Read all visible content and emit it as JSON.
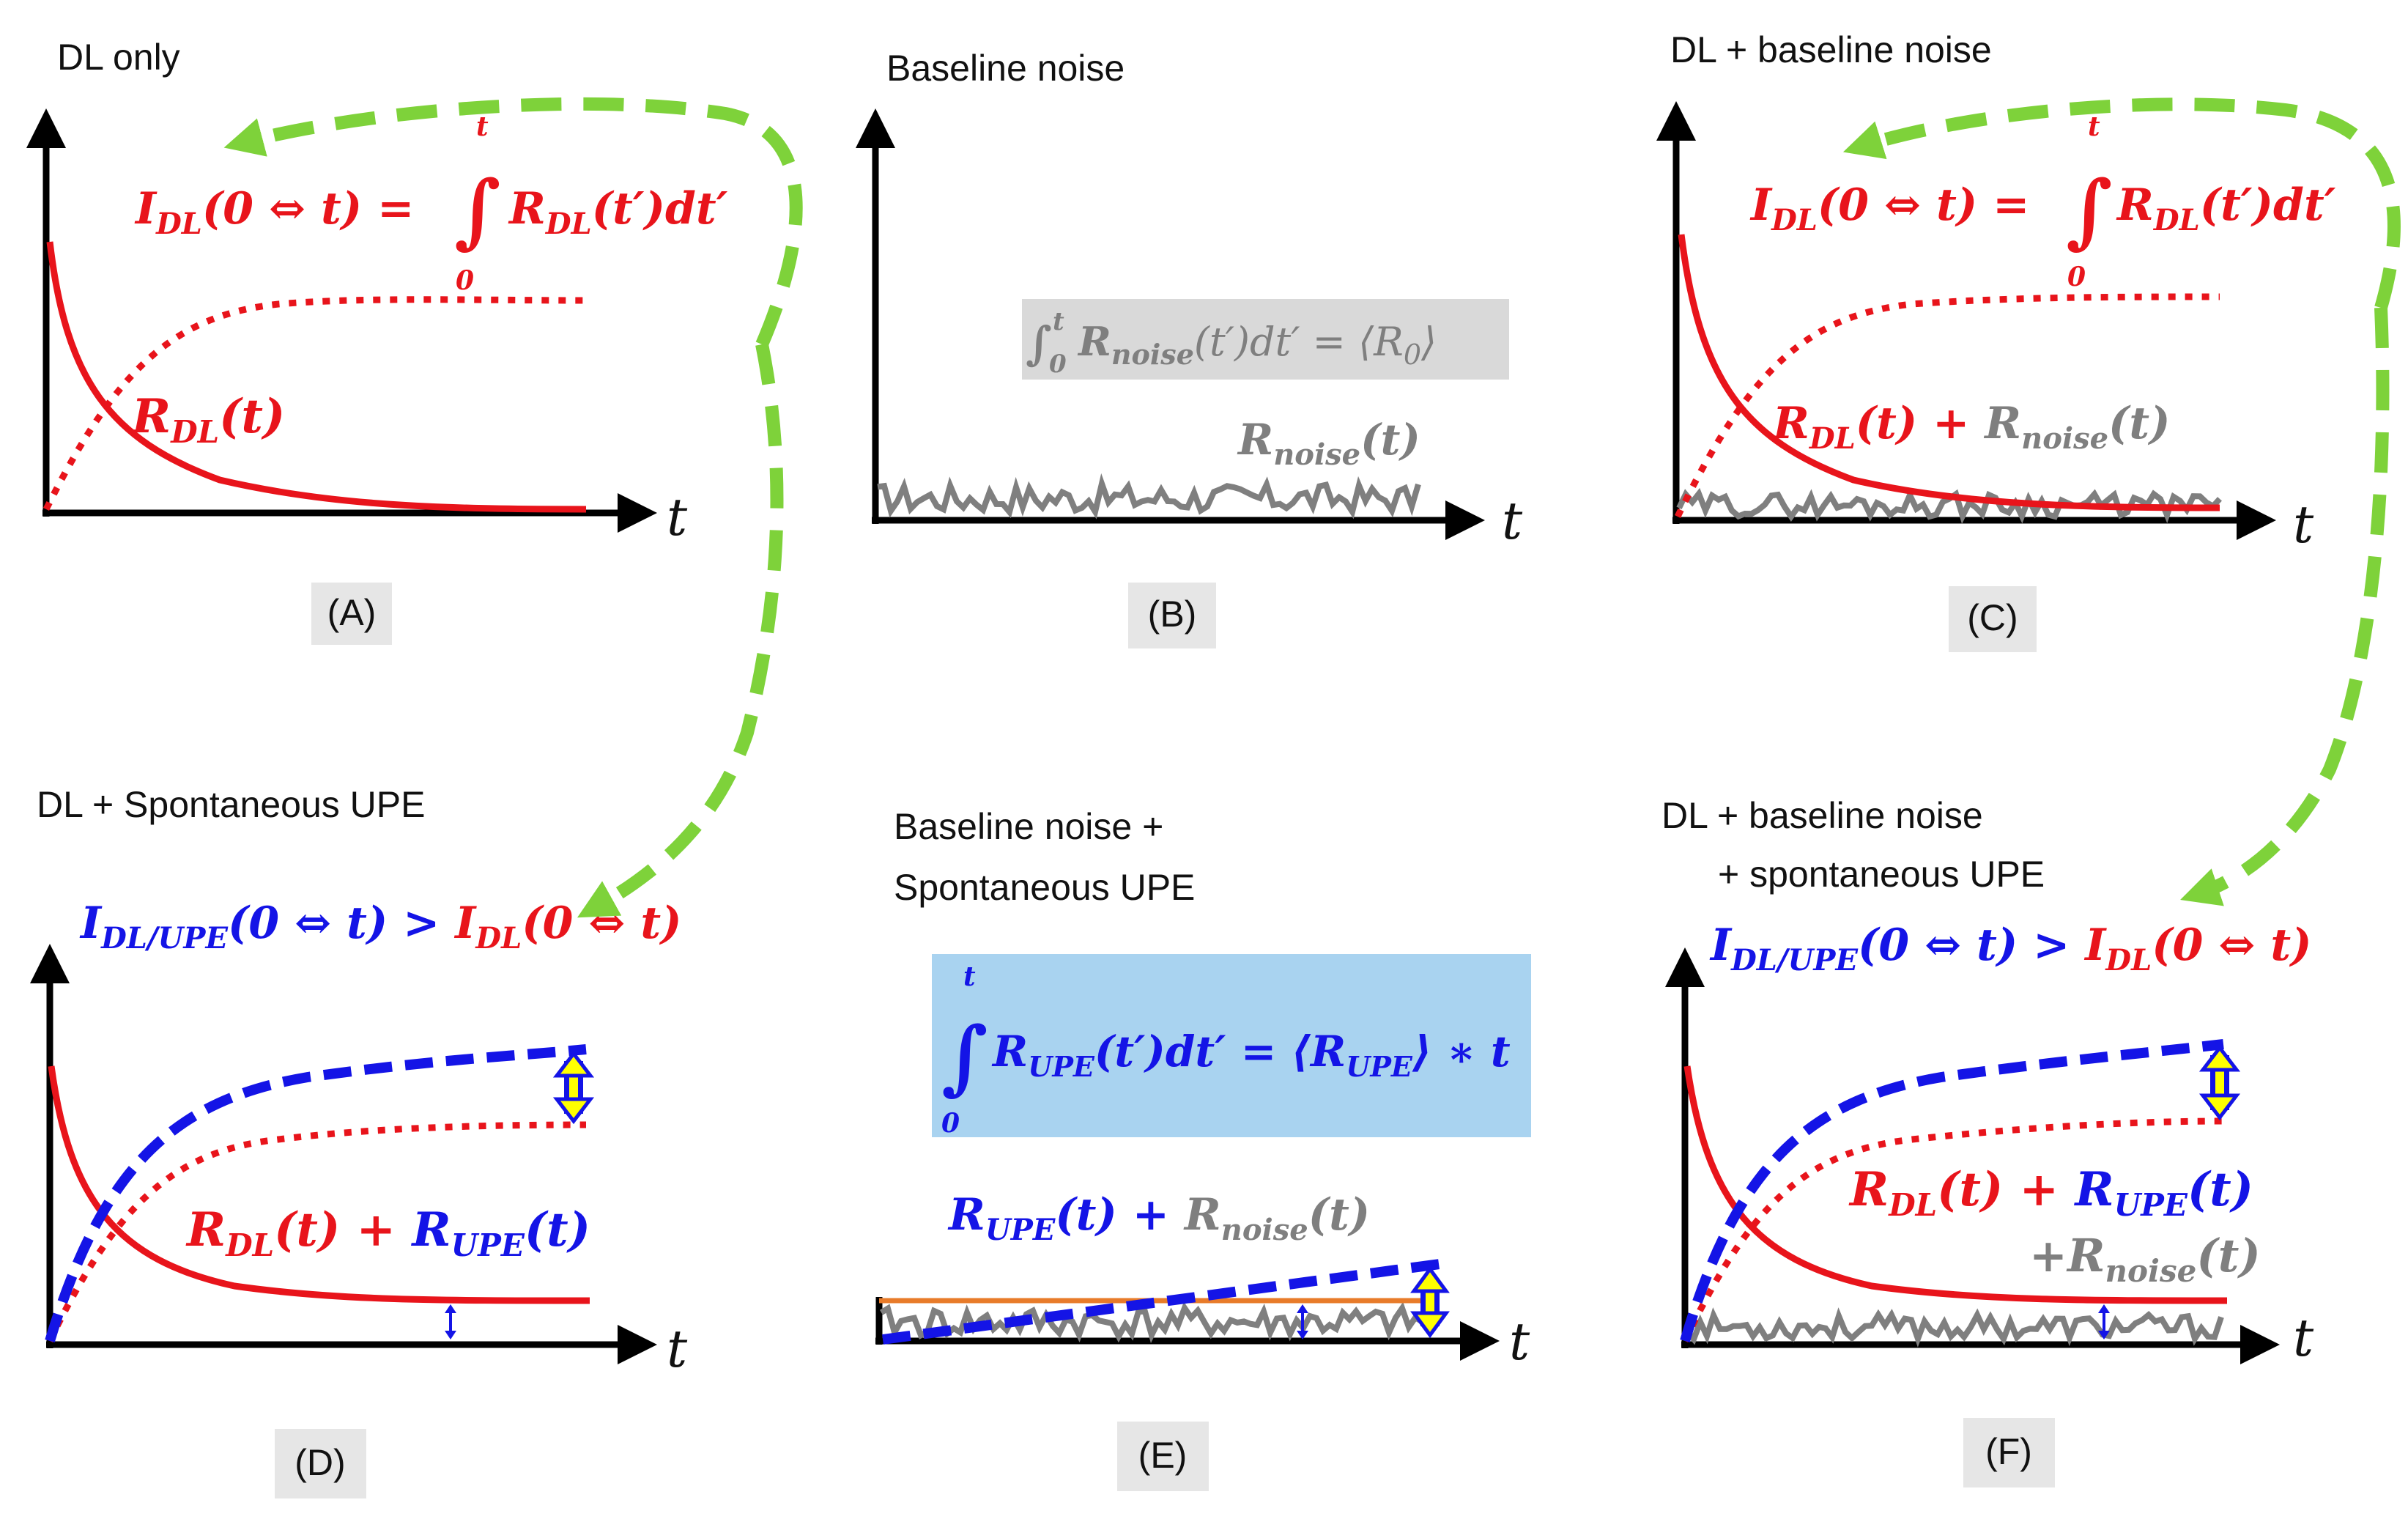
{
  "panels": {
    "A": {
      "title": "DL only",
      "label": "(A)",
      "eq_lhs": "I",
      "eq_lhs_sub": "DL",
      "eq_lhs_args": "(0 ⇔ t) = ",
      "eq_int_upper": "t",
      "eq_int_lower": "0",
      "eq_rhs": "R",
      "eq_rhs_sub": "DL",
      "eq_rhs_args": "(t′)dt′",
      "curve_label": "R",
      "curve_label_sub": "DL",
      "curve_label_args": "(t)",
      "axis_var": "t"
    },
    "B": {
      "title": "Baseline noise",
      "label": "(B)",
      "box_int": "∫",
      "box_int_limits_upper": "t",
      "box_int_limits_lower": "0",
      "box_eq_R": "R",
      "box_eq_sub": "noise",
      "box_eq_rest": "(t′)dt′ = ⟨R",
      "box_eq_sub2": "0",
      "box_eq_end": "⟩",
      "curve_label": "R",
      "curve_label_sub": "noise",
      "curve_label_args": "(t)",
      "axis_var": "t"
    },
    "C": {
      "title": "DL + baseline noise",
      "label": "(C)",
      "eq_lhs": "I",
      "eq_lhs_sub": "DL",
      "eq_lhs_args": "(0 ⇔ t) = ",
      "eq_int_upper": "t",
      "eq_int_lower": "0",
      "eq_rhs": "R",
      "eq_rhs_sub": "DL",
      "eq_rhs_args": "(t′)dt′",
      "curve_label_red": "R",
      "curve_label_red_sub": "DL",
      "curve_label_red_args": "(t) + ",
      "curve_label_gray": "R",
      "curve_label_gray_sub": "noise",
      "curve_label_gray_args": "(t)",
      "axis_var": "t"
    },
    "D": {
      "title": "DL + Spontaneous UPE",
      "label": "(D)",
      "ineq_blue": "I",
      "ineq_blue_sub": "DL/UPE",
      "ineq_blue_args": "(0 ⇔ t) > ",
      "ineq_red": "I",
      "ineq_red_sub": "DL",
      "ineq_red_args": "(0 ⇔ t)",
      "curve_label_red": "R",
      "curve_label_red_sub": "DL",
      "curve_label_red_args": "(t) + ",
      "curve_label_blue": "R",
      "curve_label_blue_sub": "UPE",
      "curve_label_blue_args": "(t)",
      "axis_var": "t"
    },
    "E": {
      "title_line1": "Baseline noise  +",
      "title_line2": "Spontaneous UPE",
      "label": "(E)",
      "box_int_upper": "t",
      "box_int_lower": "0",
      "box_eq_R": "R",
      "box_eq_sub": "UPE",
      "box_eq_rest": "(t′)dt′ = ⟨R",
      "box_eq_sub2": "UPE",
      "box_eq_end": "⟩ ∗ t",
      "curve_label_blue": "R",
      "curve_label_blue_sub": "UPE",
      "curve_label_blue_args": "(t) + ",
      "curve_label_gray": "R",
      "curve_label_gray_sub": "noise",
      "curve_label_gray_args": "(t)",
      "axis_var": "t"
    },
    "F": {
      "title_line1": "DL + baseline noise",
      "title_line2": "+ spontaneous UPE",
      "label": "(F)",
      "ineq_blue": "I",
      "ineq_blue_sub": "DL/UPE",
      "ineq_blue_args": "(0 ⇔ t) > ",
      "ineq_red": "I",
      "ineq_red_sub": "DL",
      "ineq_red_args": "(0 ⇔ t)",
      "curve_label_red": "R",
      "curve_label_red_sub": "DL",
      "curve_label_red_args": "(t) + ",
      "curve_label_blue": "R",
      "curve_label_blue_sub": "UPE",
      "curve_label_blue_args": "(t)",
      "curve_label2_gray": "+R",
      "curve_label2_gray_sub": "noise",
      "curve_label2_gray_args": "(t)",
      "axis_var": "t"
    }
  },
  "colors": {
    "dl": "#e8141b",
    "upe": "#1414e6",
    "noise": "#7f7f7f",
    "arrow": "#7ed23a",
    "highlight": "#ffff00",
    "orange": "#e87b2a",
    "box_gray": "#d9d9d9",
    "box_blue": "#a9d3f0"
  }
}
